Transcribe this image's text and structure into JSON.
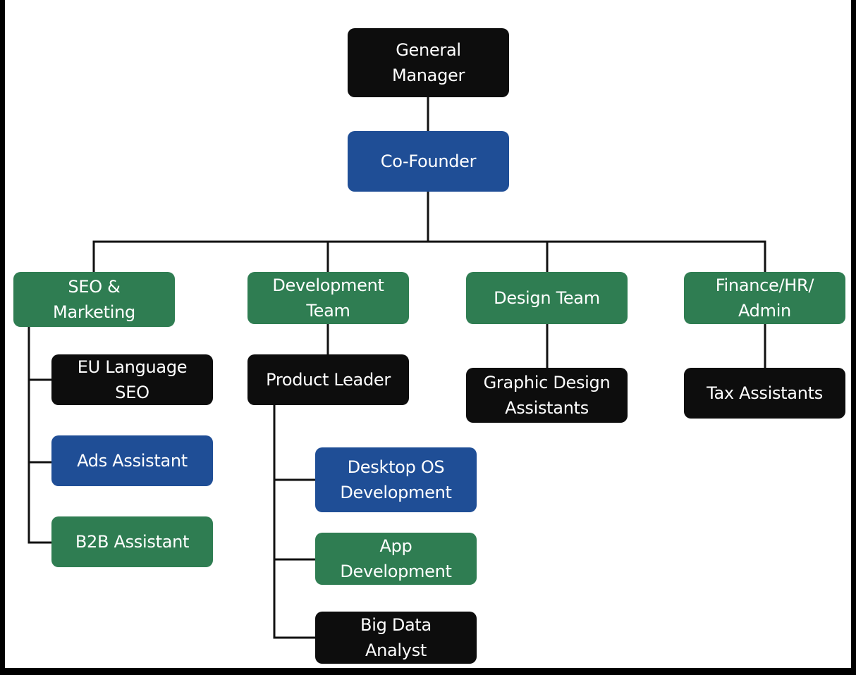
{
  "colors": {
    "black": "#0d0d0d",
    "blue": "#1f4e96",
    "green": "#2f7d52",
    "line": "#111111"
  },
  "nodes": {
    "general_manager": "General\nManager",
    "co_founder": "Co-Founder",
    "seo_marketing": "SEO &\nMarketing",
    "development_team": "Development\nTeam",
    "design_team": "Design Team",
    "finance_hr_admin": "Finance/HR/\nAdmin",
    "eu_language_seo": "EU Language\nSEO",
    "ads_assistant": "Ads Assistant",
    "b2b_assistant": "B2B Assistant",
    "product_leader": "Product Leader",
    "desktop_os_development": "Desktop OS\nDevelopment",
    "app_development": "App\nDevelopment",
    "big_data_analyst": "Big Data\nAnalyst",
    "graphic_design_assistants": "Graphic Design\nAssistants",
    "tax_assistants": "Tax Assistants"
  }
}
